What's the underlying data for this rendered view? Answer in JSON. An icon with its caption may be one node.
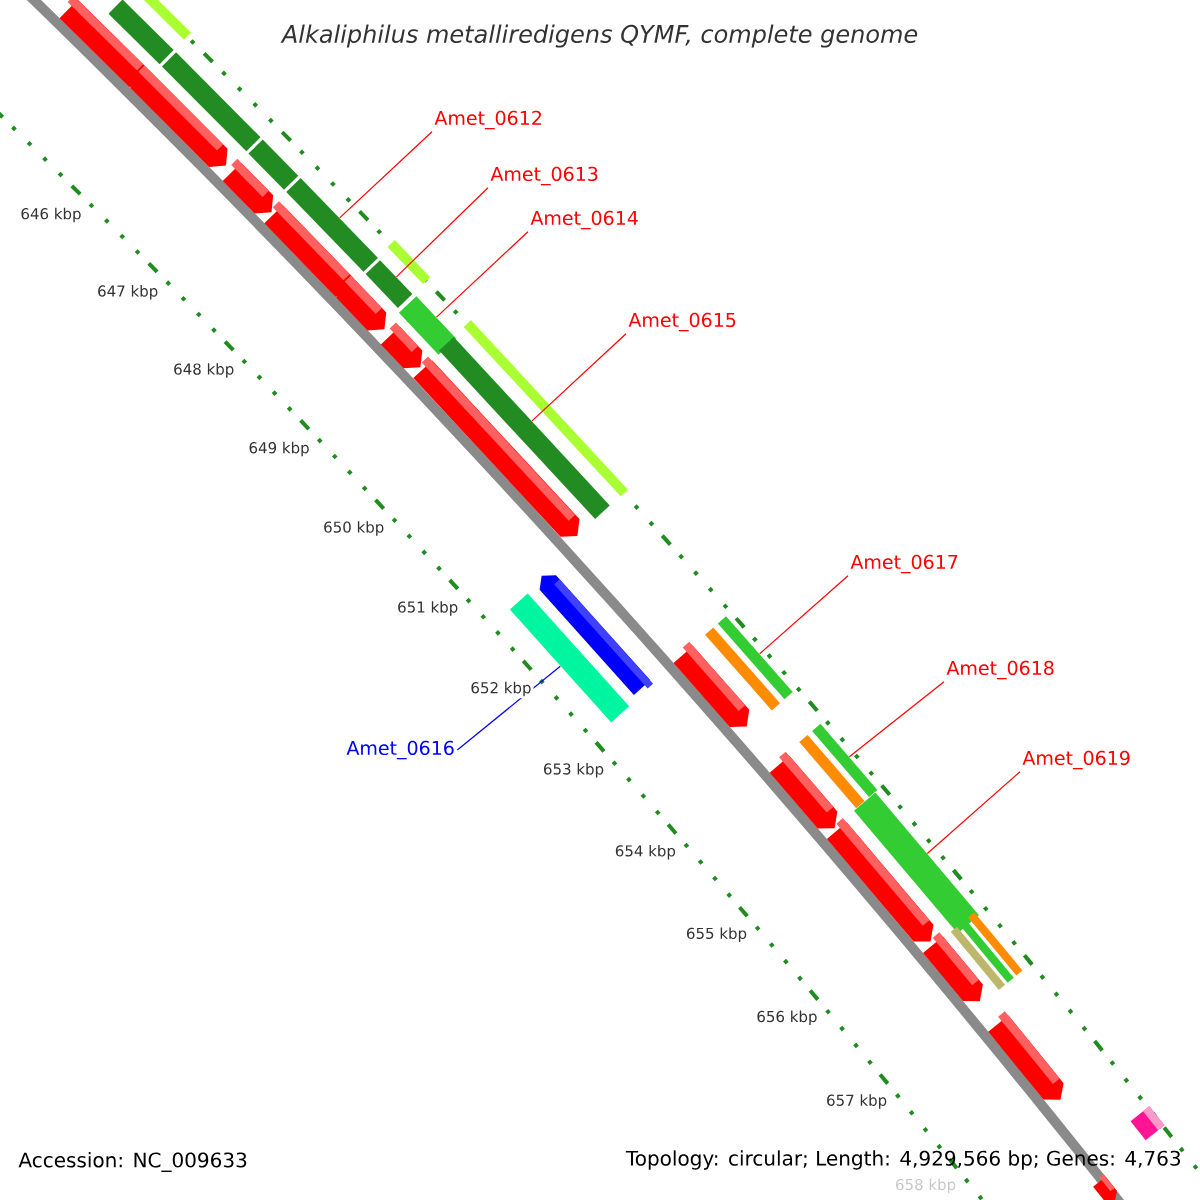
{
  "diagram": {
    "title": "Alkaliphilus metalliredigens QYMF, complete genome",
    "nodes": [
      {
        "text": [
          "Amet_0612"
        ]
      },
      {
        "text": [
          "Amet_0613"
        ]
      },
      {
        "text": [
          "Amet_0614"
        ]
      },
      {
        "text": [
          "Amet_0615"
        ]
      },
      {
        "text": [
          "Amet_0617"
        ]
      },
      {
        "text": [
          "Amet_0618"
        ]
      },
      {
        "text": [
          "Amet_0616"
        ]
      },
      {
        "text": [
          "Amet_0619"
        ]
      },
      {
        "text": [],
        "shape": "bar"
      },
      {
        "text": [],
        "shape": "bar"
      },
      {
        "text": [],
        "shape": "pentagon"
      },
      {
        "text": [],
        "shape": "bar"
      },
      {
        "text": [],
        "shape": "pentagon"
      },
      {
        "text": [],
        "shape": "bar"
      },
      {
        "text": [],
        "shape": "pentagon"
      },
      {
        "text": [],
        "shape": "bar"
      },
      {
        "text": [],
        "shape": "pentagon"
      },
      {
        "text": [],
        "shape": "bar"
      },
      {
        "text": [],
        "shape": "pentagon"
      },
      {
        "text": [],
        "shape": "bar"
      },
      {
        "text": [],
        "shape": "pentagon"
      },
      {
        "text": [],
        "shape": "bar"
      },
      {
        "text": [],
        "shape": "pentagon"
      },
      {
        "text": [],
        "shape": "pentagon"
      },
      {
        "text": [],
        "shape": "bar"
      },
      {
        "text": [],
        "shape": "bar"
      },
      {
        "text": [],
        "shape": "bar"
      },
      {
        "text": [],
        "shape": "pentagon"
      },
      {
        "text": [],
        "shape": "bar"
      },
      {
        "text": [],
        "shape": "bar"
      },
      {
        "text": [],
        "shape": "pentagon"
      },
      {
        "text": [],
        "shape": "bar"
      },
      {
        "text": [],
        "shape": "pentagon"
      },
      {
        "text": [],
        "shape": "bar"
      },
      {
        "text": [],
        "shape": "bar"
      },
      {
        "text": [],
        "shape": "bar"
      },
      {
        "text": [],
        "shape": "pentagon"
      },
      {
        "text": [],
        "shape": "pentagon"
      },
      {
        "text": [],
        "shape": "bar"
      },
      {
        "text": [],
        "shape": "pentagon"
      }
    ],
    "edges": [
      {
        "from": 0,
        "to": 15,
        "arrow": "none"
      },
      {
        "from": 1,
        "to": 17,
        "arrow": "none"
      },
      {
        "from": 2,
        "to": 19,
        "arrow": "none"
      },
      {
        "from": 3,
        "to": 21,
        "arrow": "none"
      },
      {
        "from": 4,
        "to": 25,
        "arrow": "none"
      },
      {
        "from": 5,
        "to": 28,
        "arrow": "none"
      },
      {
        "from": 6,
        "to": 24,
        "arrow": "none",
        "color": "#0000ff"
      },
      {
        "from": 7,
        "to": 31,
        "arrow": "none"
      }
    ],
    "labels": [
      "646 kbp",
      "647 kbp",
      "648 kbp",
      "649 kbp",
      "650 kbp",
      "651 kbp",
      "652 kbp",
      "653 kbp",
      "654 kbp",
      "655 kbp",
      "656 kbp",
      "657 kbp",
      "658 kbp",
      "Accession: NC_009633",
      "Topology: circular; Length: 4,929,566 bp; Genes: 4,763"
    ]
  }
}
